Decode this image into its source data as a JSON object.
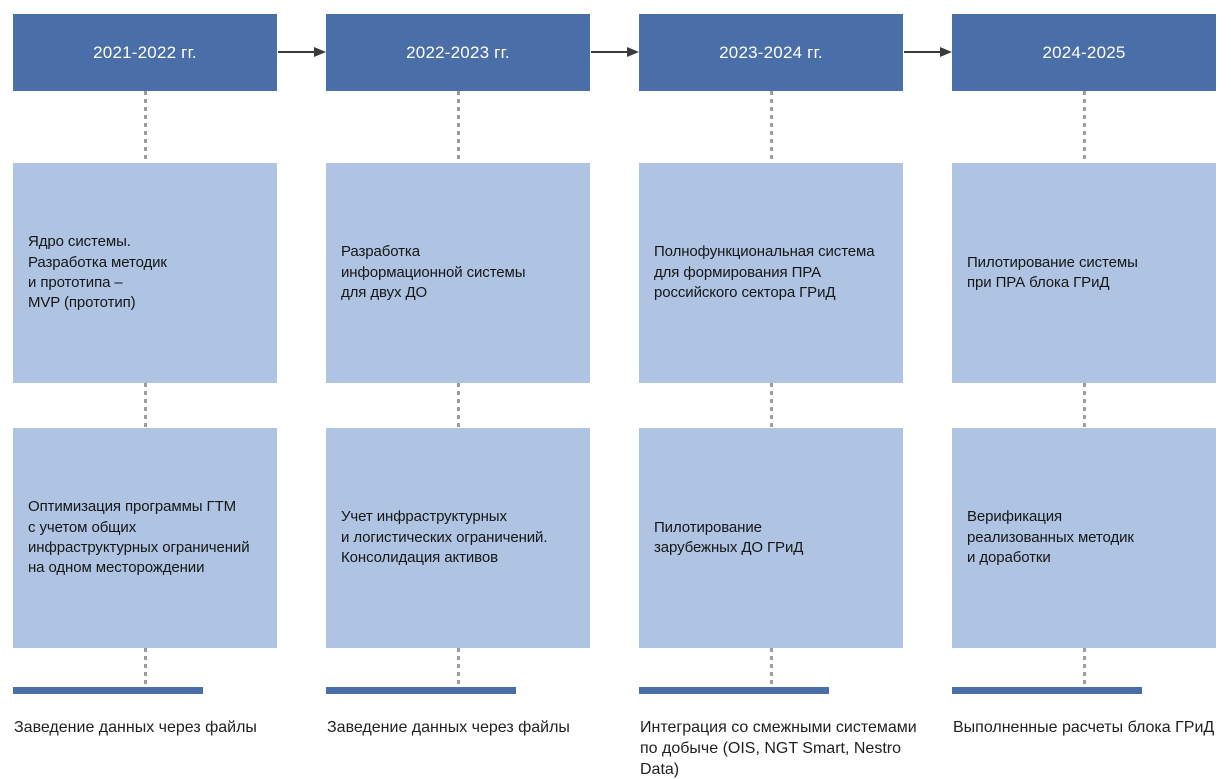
{
  "colors": {
    "header_bg": "#4a6fa8",
    "box_bg": "#afc4e3",
    "bar": "#4a6fa8",
    "connector": "#9c9c9c",
    "arrow": "#3a3a3a",
    "header_text": "#ffffff",
    "box_text": "#161616",
    "caption_text": "#1f1f1f"
  },
  "columns": [
    {
      "header": "2021-2022 гг.",
      "box1": "Ядро системы.\nРазработка методик\nи прототипа –\nMVP (прототип)",
      "box2": "Оптимизация программы ГТМ\nс учетом общих\nинфраструктурных ограничений\nна одном месторождении",
      "caption": "Заведение данных через файлы"
    },
    {
      "header": "2022-2023 гг.",
      "box1": "Разработка\nинформационной системы\nдля двух ДО",
      "box2": "Учет инфраструктурных\nи логистических ограничений.\nКонсолидация активов",
      "caption": "Заведение данных через файлы"
    },
    {
      "header": "2023-2024 гг.",
      "box1": "Полнофункциональная система\nдля формирования ПРА\nроссийского сектора ГРиД",
      "box2": "Пилотирование\nзарубежных ДО ГРиД",
      "caption": "Интеграция со смежными системами\nпо добыче (OIS, NGT Smart, Nestro Data)"
    },
    {
      "header": "2024-2025",
      "box1": "Пилотирование системы\nпри ПРА блока ГРиД",
      "box2": "Верификация\nреализованных методик\nи доработки",
      "caption": "Выполненные расчеты блока ГРиД"
    }
  ]
}
